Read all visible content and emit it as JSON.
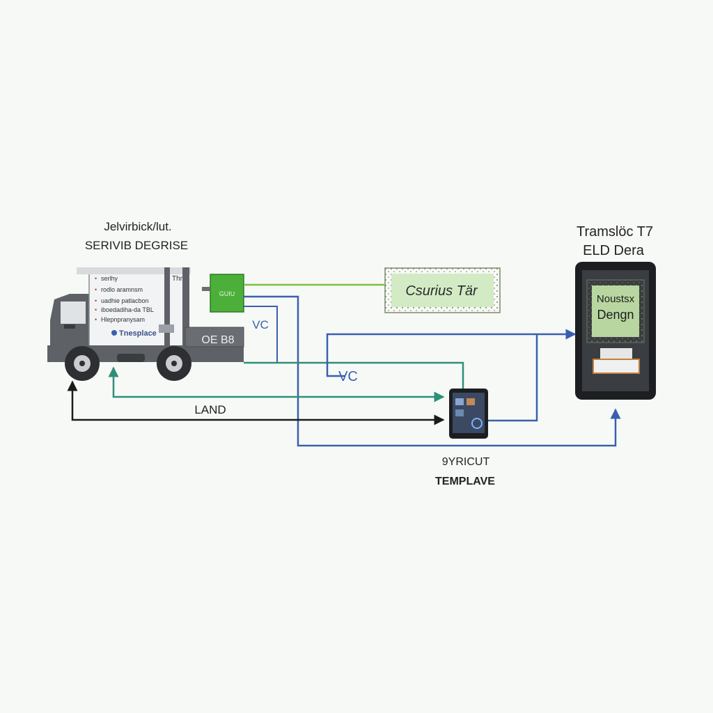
{
  "truck": {
    "title_line1": "Jelvirbick/lut.",
    "title_line2": "SERIVIB DEGRISE",
    "panel_items": [
      "serlhy",
      "rodlo aramnsm",
      "uadhie patlacbon",
      "iboedadiha-da TBL",
      "Hlepnpranysam"
    ],
    "panel_tag": "Thr",
    "brand": "Tnesplace",
    "box_label": "OE B8"
  },
  "module": {
    "label": "GUIU"
  },
  "labels": {
    "vc_upper": "VC",
    "vc_lower": "VC",
    "land": "LAND",
    "bottom_line1": "9YRICUT",
    "bottom_line2": "TEMPLAVE"
  },
  "certificate": {
    "text": "Csurius Tär"
  },
  "eld_device": {
    "title_line1": "Tramslöc T7",
    "title_line2": "ELD Dera",
    "screen_line1": "Noustsx",
    "screen_line2": "Dengn"
  },
  "colors": {
    "green_line": "#7ac142",
    "teal_line": "#2f8f7a",
    "blue_line": "#3a5fb0",
    "black_line": "#1b1b1b",
    "module_green": "#4caf3a",
    "truck_gray": "#5e6166"
  }
}
